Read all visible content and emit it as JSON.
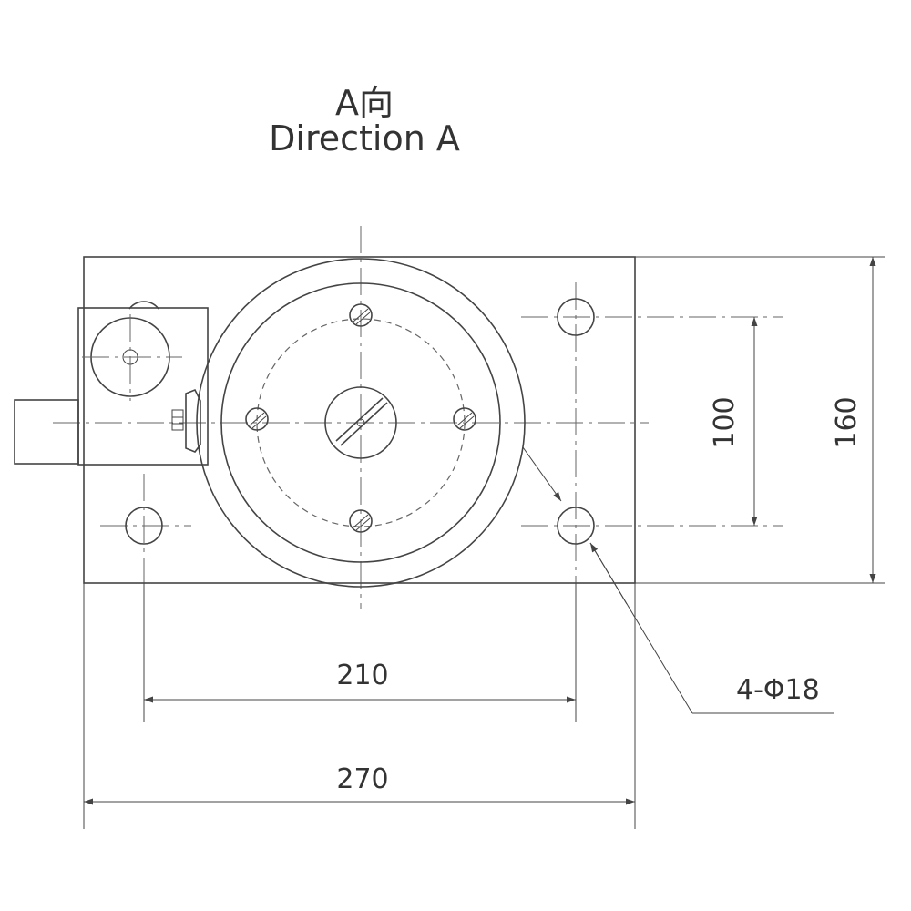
{
  "title": {
    "line1": "A向",
    "line2": "Direction A"
  },
  "dimensions": {
    "hole_spacing_x": "210",
    "overall_width": "270",
    "hole_spacing_y": "100",
    "overall_height": "160",
    "hole_callout": "4-Φ18"
  }
}
